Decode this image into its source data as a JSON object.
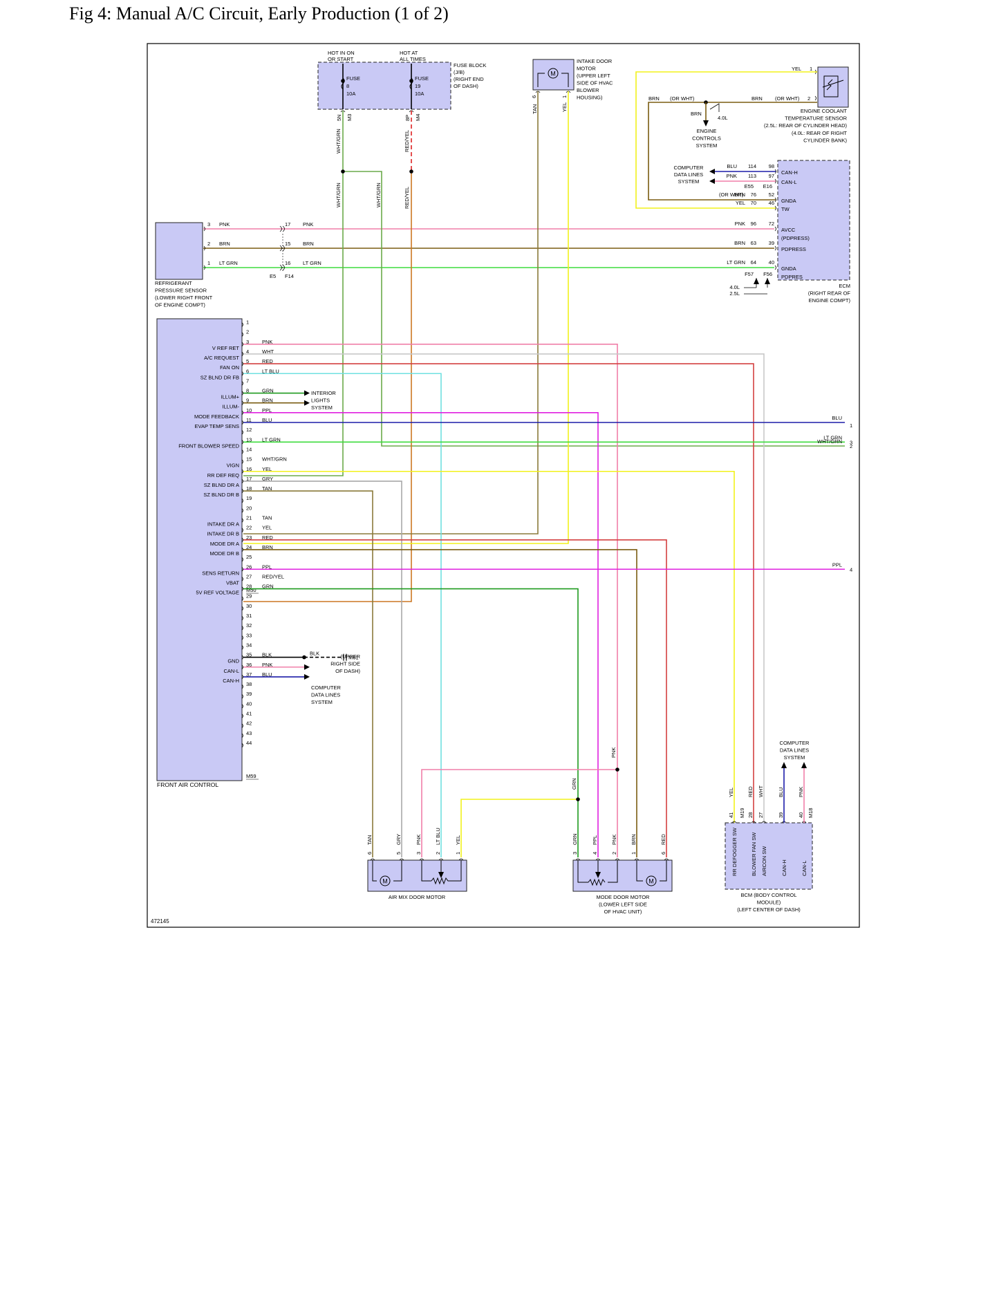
{
  "figure_title": "Fig 4: Manual A/C Circuit, Early Production (1 of 2)",
  "figure_id": "472145",
  "colors": {
    "component_fill": "#c9c9f5",
    "PNK": "#f07fa8",
    "BRN": "#7a5c10",
    "LT GRN": "#3ddc3d",
    "WHT": "#c8c8c8",
    "RED": "#d44040",
    "LT BLU": "#6fe0e0",
    "GRN": "#1d9a1d",
    "PPL": "#e020e0",
    "BLU": "#1c1ca8",
    "WHT/GRN": "#6aaa4a",
    "YEL": "#f2f21a",
    "GRY": "#a8a8a8",
    "TAN": "#8a7a3a",
    "RED/YEL": "#cc7722",
    "BLK": "#000000"
  },
  "fuse_block": {
    "hot_run": [
      "HOT IN ON",
      "OR START"
    ],
    "hot_always": [
      "HOT AT",
      "ALL TIMES"
    ],
    "fuse_a": [
      "FUSE",
      "8",
      "10A"
    ],
    "fuse_b": [
      "FUSE",
      "19",
      "10A"
    ],
    "label": [
      "FUSE BLOCK",
      "(J/B)",
      "(RIGHT END",
      "OF DASH)"
    ],
    "pin_a": "5N",
    "conn_a": "M3",
    "pin_b": "8P",
    "conn_b": "M4",
    "wire_a": "WHT/GRN",
    "wire_b": "RED/YEL"
  },
  "intake_motor": {
    "label": [
      "INTAKE DOOR",
      "MOTOR",
      "(UPPER LEFT",
      "SIDE OF HVAC",
      "BLOWER",
      "HOUSING)"
    ],
    "pin_a": "6",
    "pin_b": "1",
    "wire_a": "TAN",
    "wire_b": "YEL"
  },
  "ect": {
    "label": [
      "ENGINE COOLANT",
      "TEMPERATURE SENSOR",
      "(2.5L: REAR OF CYLINDER HEAD)",
      "(4.0L: REAR OF RIGHT",
      "CYLINDER BANK)"
    ],
    "pin1": "1",
    "pin2": "2",
    "wire1": "YEL",
    "wire2": "BRN",
    "alt": "(OR WHT)",
    "left_wire": "BRN",
    "left_alt": "(OR WHT)",
    "drop_wire": "BRN",
    "variant": "4.0L",
    "ecs": [
      "ENGINE",
      "CONTROLS",
      "SYSTEM"
    ]
  },
  "ecm": {
    "label": [
      "ECM",
      "(RIGHT REAR OF",
      "ENGINE COMPT)"
    ],
    "cds": [
      "COMPUTER",
      "DATA LINES",
      "SYSTEM"
    ],
    "rows": [
      {
        "wire": "BLU",
        "a": "114",
        "b": "98",
        "sig": "CAN-H"
      },
      {
        "wire": "PNK",
        "a": "113",
        "b": "97",
        "sig": "CAN-L"
      },
      {
        "wire": "BRN",
        "alt": "(OR WHT)",
        "a": "76",
        "b": "52",
        "sig": "GNDA"
      },
      {
        "wire": "YEL",
        "a": "70",
        "b": "46",
        "sig": "TW"
      },
      {
        "wire": "PNK",
        "a": "96",
        "b": "72",
        "sig": "AVCC",
        "sig2": "(PDPRESS)"
      },
      {
        "wire": "BRN",
        "a": "63",
        "b": "39",
        "sig": "PDPRESS"
      },
      {
        "wire": "LT GRN",
        "a": "64",
        "b": "40",
        "sig": "GNDA",
        "sig2": "PDPRES"
      }
    ],
    "conn_a": "E55",
    "conn_b": "E16",
    "conn_c": "F57",
    "conn_d": "F56",
    "var_a": "4.0L",
    "var_b": "2.5L"
  },
  "rps": {
    "label": [
      "REFRIGERANT",
      "PRESSURE SENSOR",
      "(LOWER RIGHT FRONT",
      "OF ENGINE COMPT)"
    ],
    "rows": [
      {
        "pin": "3",
        "wire": "PNK",
        "pin2": "17",
        "wire2": "PNK"
      },
      {
        "pin": "2",
        "wire": "BRN",
        "pin2": "15",
        "wire2": "BRN"
      },
      {
        "pin": "1",
        "wire": "LT GRN",
        "pin2": "16",
        "wire2": "LT GRN"
      }
    ],
    "conn_a": "E5",
    "conn_b": "F14"
  },
  "fac": {
    "label": "FRONT AIR CONTROL",
    "conn_top": "M50",
    "conn_bottom": "M59",
    "pins": [
      {
        "n": "1",
        "sig": "",
        "wire": ""
      },
      {
        "n": "2",
        "sig": "",
        "wire": ""
      },
      {
        "n": "3",
        "sig": "V REF RET",
        "wire": "PNK"
      },
      {
        "n": "4",
        "sig": "A/C REQUEST",
        "wire": "WHT"
      },
      {
        "n": "5",
        "sig": "FAN ON",
        "wire": "RED"
      },
      {
        "n": "6",
        "sig": "SZ BLND DR FB",
        "wire": "LT BLU"
      },
      {
        "n": "7",
        "sig": "",
        "wire": ""
      },
      {
        "n": "8",
        "sig": "ILLUM+",
        "wire": "GRN"
      },
      {
        "n": "9",
        "sig": "ILLUM-",
        "wire": "BRN"
      },
      {
        "n": "10",
        "sig": "MODE FEEDBACK",
        "wire": "PPL"
      },
      {
        "n": "11",
        "sig": "EVAP TEMP SENS",
        "wire": "BLU"
      },
      {
        "n": "12",
        "sig": "",
        "wire": ""
      },
      {
        "n": "13",
        "sig": "FRONT BLOWER SPEED",
        "wire": "LT GRN"
      },
      {
        "n": "14",
        "sig": "",
        "wire": ""
      },
      {
        "n": "15",
        "sig": "VIGN",
        "wire": "WHT/GRN"
      },
      {
        "n": "16",
        "sig": "RR DEF REQ",
        "wire": "YEL"
      },
      {
        "n": "17",
        "sig": "SZ BLND DR A",
        "wire": "GRY"
      },
      {
        "n": "18",
        "sig": "SZ BLND DR B",
        "wire": "TAN"
      },
      {
        "n": "19",
        "sig": "",
        "wire": ""
      },
      {
        "n": "20",
        "sig": "",
        "wire": ""
      },
      {
        "n": "21",
        "sig": "INTAKE DR A",
        "wire": "TAN"
      },
      {
        "n": "22",
        "sig": "INTAKE DR B",
        "wire": "YEL"
      },
      {
        "n": "23",
        "sig": "MODE DR A",
        "wire": "RED"
      },
      {
        "n": "24",
        "sig": "MODE DR B",
        "wire": "BRN"
      },
      {
        "n": "25",
        "sig": "",
        "wire": ""
      },
      {
        "n": "26",
        "sig": "SENS RETURN",
        "wire": "PPL"
      },
      {
        "n": "27",
        "sig": "VBAT",
        "wire": "RED/YEL"
      },
      {
        "n": "28",
        "sig": "5V REF VOLTAGE",
        "wire": "GRN"
      },
      {
        "n": "29",
        "sig": "",
        "wire": ""
      },
      {
        "n": "30",
        "sig": "",
        "wire": ""
      },
      {
        "n": "31",
        "sig": "",
        "wire": ""
      },
      {
        "n": "32",
        "sig": "",
        "wire": ""
      },
      {
        "n": "33",
        "sig": "",
        "wire": ""
      },
      {
        "n": "34",
        "sig": "",
        "wire": ""
      },
      {
        "n": "35",
        "sig": "GND",
        "wire": "BLK"
      },
      {
        "n": "36",
        "sig": "CAN-L",
        "wire": "PNK"
      },
      {
        "n": "37",
        "sig": "CAN-H",
        "wire": "BLU"
      },
      {
        "n": "38",
        "sig": "",
        "wire": ""
      },
      {
        "n": "39",
        "sig": "",
        "wire": ""
      },
      {
        "n": "40",
        "sig": "",
        "wire": ""
      },
      {
        "n": "41",
        "sig": "",
        "wire": ""
      },
      {
        "n": "42",
        "sig": "",
        "wire": ""
      },
      {
        "n": "43",
        "sig": "",
        "wire": ""
      },
      {
        "n": "44",
        "sig": "",
        "wire": ""
      }
    ],
    "interior_lights": [
      "INTERIOR",
      "LIGHTS",
      "SYSTEM"
    ],
    "cds": [
      "COMPUTER",
      "DATA LINES",
      "SYSTEM"
    ],
    "ground_note": [
      "(UPPER",
      "RIGHT SIDE",
      "OF DASH)"
    ],
    "ground_wire": "BLK",
    "ground_conn": "M61"
  },
  "offpage": [
    {
      "wire": "BLU",
      "n": "1"
    },
    {
      "wire": "WHT/GRN",
      "n": "2"
    },
    {
      "wire": "LT GRN",
      "n": "3"
    },
    {
      "wire": "PPL",
      "n": "4"
    }
  ],
  "airmix": {
    "label": "AIR MIX DOOR MOTOR",
    "pins": [
      {
        "n": "6",
        "wire": "TAN"
      },
      {
        "n": "5",
        "wire": "GRY"
      },
      {
        "n": "3",
        "wire": "PNK"
      },
      {
        "n": "2",
        "wire": "LT BLU"
      },
      {
        "n": "1",
        "wire": "YEL"
      }
    ]
  },
  "modedoor": {
    "label": [
      "MODE DOOR MOTOR",
      "(LOWER LEFT SIDE",
      "OF HVAC UNIT)"
    ],
    "pins": [
      {
        "n": "3",
        "wire": "GRN"
      },
      {
        "n": "4",
        "wire": "PPL"
      },
      {
        "n": "2",
        "wire": "PNK"
      },
      {
        "n": "1",
        "wire": "BRN"
      },
      {
        "n": "6",
        "wire": "RED"
      }
    ],
    "grn_label": "GRN",
    "pnk_label": "PNK"
  },
  "bcm": {
    "label": [
      "BCM (BODY CONTROL",
      "MODULE)",
      "(LEFT CENTER OF DASH)"
    ],
    "cds": [
      "COMPUTER",
      "DATA LINES",
      "SYSTEM"
    ],
    "pins": [
      {
        "n": "41",
        "wire": "YEL",
        "sig": "RR DEFOGGER SW"
      },
      {
        "n": "28",
        "wire": "RED",
        "sig": "BLOWER FAN SW"
      },
      {
        "n": "27",
        "wire": "WHT",
        "sig": "AIRCON SW"
      },
      {
        "n": "39",
        "wire": "BLU",
        "sig": "CAN-H"
      },
      {
        "n": "40",
        "wire": "PNK",
        "sig": "CAN-L"
      }
    ],
    "conn_a": "M19",
    "conn_b": "M18"
  }
}
